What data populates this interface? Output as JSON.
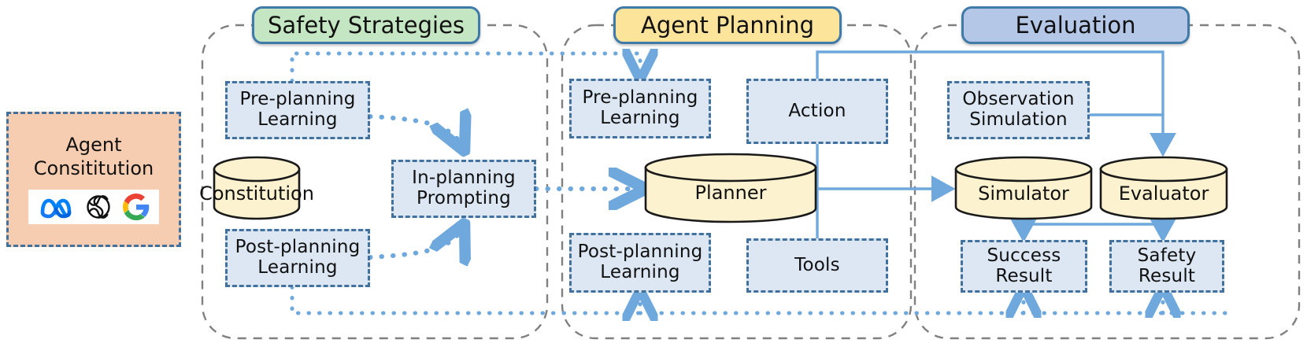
{
  "diagram": {
    "title_pills": [
      {
        "key": "safety",
        "label": "Safety Strategies",
        "color": "#c5e6c3"
      },
      {
        "key": "planning",
        "label": "Agent Planning",
        "color": "#fde49b"
      },
      {
        "key": "evaluation",
        "label": "Evaluation",
        "color": "#b4c7e7"
      }
    ],
    "agent_card": {
      "line1": "Agent",
      "line2": "Consititution",
      "logos": [
        "meta-logo",
        "openai-logo",
        "google-logo"
      ],
      "fill": "#f6cdb0"
    },
    "safety_panel": {
      "pre_planning": "Pre-planning\nLearning",
      "post_planning": "Post-planning\nLearning",
      "in_planning": "In-planning\nPrompting",
      "constitution": "Constitution"
    },
    "planning_panel": {
      "pre_planning": "Pre-planning\nLearning",
      "post_planning": "Post-planning\nLearning",
      "action": "Action",
      "tools": "Tools",
      "planner": "Planner"
    },
    "evaluation_panel": {
      "observation": "Observation\nSimulation",
      "simulator": "Simulator",
      "evaluator": "Evaluator",
      "success_result": "Success\nResult",
      "safety_result": "Safety\nResult"
    },
    "colors": {
      "box_fill": "#dce7f3",
      "box_border": "#41719c",
      "cylinder_fill": "#fdf2cf",
      "cylinder_stroke": "#1a1a1a",
      "edge_blue": "#6fa8dc",
      "panel_outline": "#808080"
    }
  }
}
